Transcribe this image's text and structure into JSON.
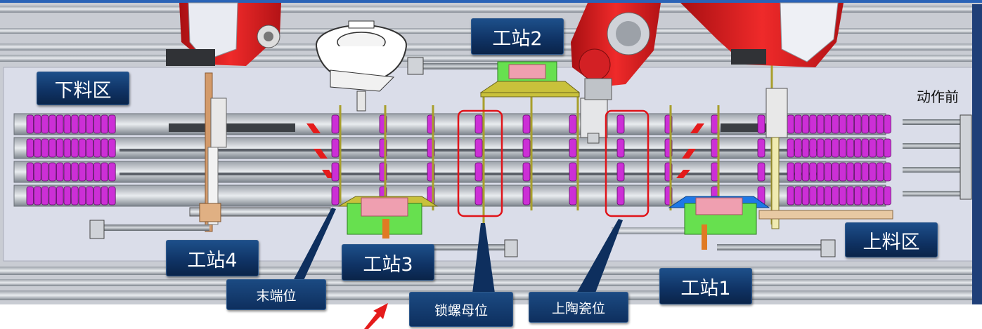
{
  "labels": {
    "unload_zone": "下料区",
    "load_zone": "上料区",
    "station1": "工站1",
    "station2": "工站2",
    "station3": "工站3",
    "station4": "工站4",
    "end_position": "末端位",
    "lock_nut_position": "锁螺母位",
    "ceramic_position": "上陶瓷位",
    "before_action": "动作前"
  },
  "colors": {
    "label_bg": "#0f3263",
    "plate": "#d9dcea",
    "part": "#cc2fd6",
    "robot": "#d8191c",
    "fixture_green": "#67e04f",
    "fixture_pink": "#ef9fb0",
    "fixture_yellow": "#c9c13b",
    "fixture_blue": "#1e78e6",
    "highlight_box": "#e0141a"
  },
  "icons": [
    "robot-arm-icon",
    "vibratory-bowl-icon",
    "red-arrow-icon"
  ]
}
